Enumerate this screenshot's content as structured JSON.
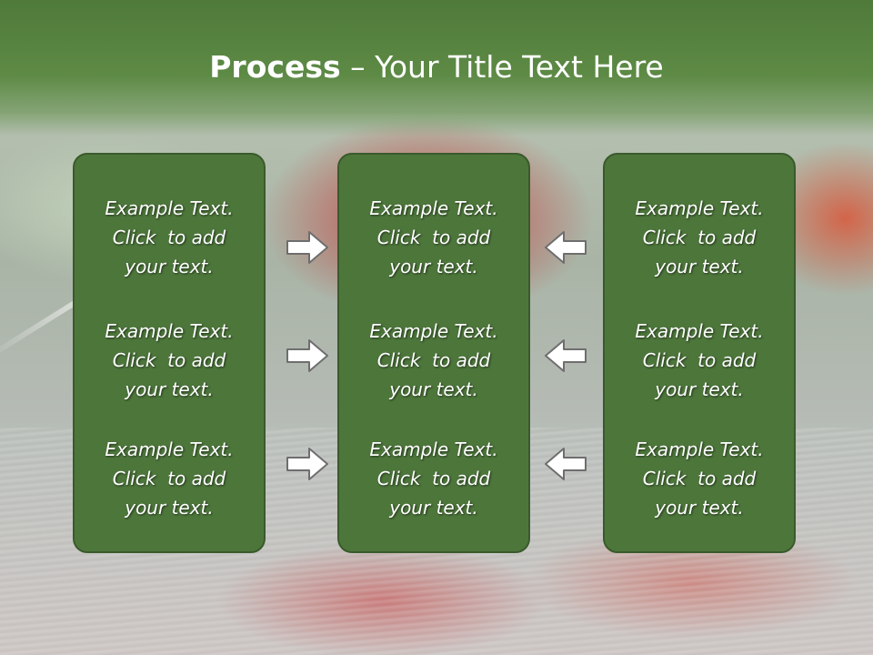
{
  "title": {
    "bold": "Process",
    "rest": " – Your Title Text Here"
  },
  "columns": [
    {
      "items": [
        {
          "line1": "Example Text.",
          "line2": "Click  to add",
          "line3": "your text."
        },
        {
          "line1": "Example Text.",
          "line2": "Click  to add",
          "line3": "your text."
        },
        {
          "line1": "Example Text.",
          "line2": "Click  to add",
          "line3": "your text."
        }
      ]
    },
    {
      "items": [
        {
          "line1": "Example Text.",
          "line2": "Click  to add",
          "line3": "your text."
        },
        {
          "line1": "Example Text.",
          "line2": "Click  to add",
          "line3": "your text."
        },
        {
          "line1": "Example Text.",
          "line2": "Click  to add",
          "line3": "your text."
        }
      ]
    },
    {
      "items": [
        {
          "line1": "Example Text.",
          "line2": "Click  to add",
          "line3": "your text."
        },
        {
          "line1": "Example Text.",
          "line2": "Click  to add",
          "line3": "your text."
        },
        {
          "line1": "Example Text.",
          "line2": "Click  to add",
          "line3": "your text."
        }
      ]
    }
  ],
  "arrows": {
    "left_group": "right-arrow-icon",
    "right_group": "left-arrow-icon"
  },
  "colors": {
    "header": "#5d8a45",
    "card": "#4d763b",
    "card_border": "#3a5a2c"
  }
}
